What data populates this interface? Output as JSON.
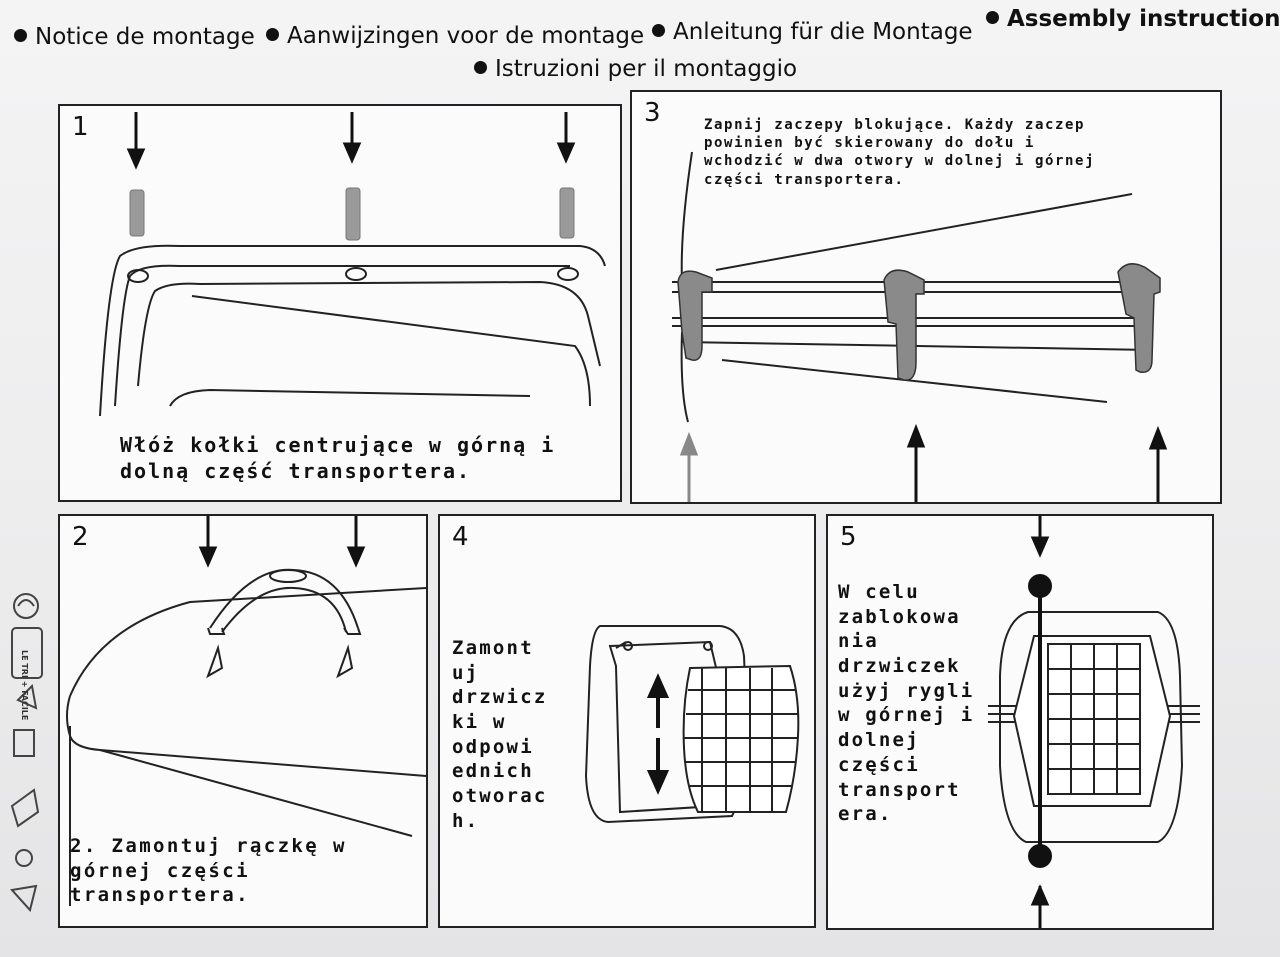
{
  "header": {
    "lang_fr": "Notice de montage",
    "lang_nl": "Aanwijzingen voor de montage",
    "lang_de": "Anleitung für die Montage",
    "lang_en": "Assembly instructions",
    "lang_it": "Istruzioni per il montaggio"
  },
  "panels": [
    {
      "number": "1",
      "text": "Włóż kołki centrujące w górną i\ndolną część transportera."
    },
    {
      "number": "2",
      "text": "2. Zamontuj rączkę w\ngórnej części\ntransportera."
    },
    {
      "number": "3",
      "text": "Zapnij zaczepy blokujące. Każdy zaczep\npowinien być skierowany do dołu i\nwchodzić w dwa otwory w dolnej i górnej\nczęści transportera."
    },
    {
      "number": "4",
      "text": "Zamont\nuj\ndrzwicz\nki w\nodpowi\nednich\notworac\nh."
    },
    {
      "number": "5",
      "text": "W celu\nzablokowa\nnia\ndrzwiczek\nużyj rygli\nw górnej i\ndolnej\nczęści\ntransport\nera."
    }
  ],
  "side_logo": {
    "text": "LE TRI + FACILE"
  },
  "colors": {
    "ink": "#111111",
    "clip_grey": "#8a8a8a",
    "paper": "#f2f2f3"
  }
}
